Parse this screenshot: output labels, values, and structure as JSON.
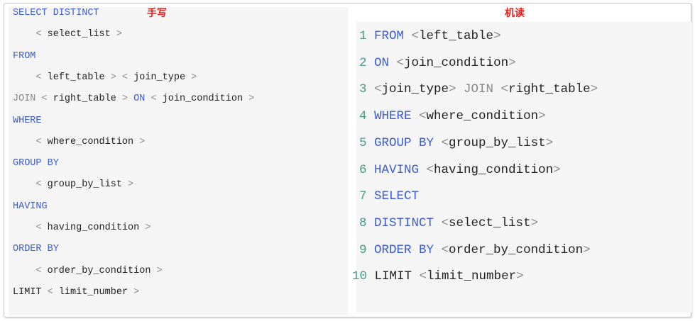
{
  "titles": {
    "left": "手写",
    "right": "机读"
  },
  "left_code": [
    {
      "indent": "",
      "parts": [
        {
          "t": "kw",
          "v": "SELECT DISTINCT"
        }
      ]
    },
    {
      "indent": "    ",
      "parts": [
        {
          "t": "pu",
          "v": "< "
        },
        {
          "t": "id",
          "v": "select_list"
        },
        {
          "t": "pu",
          "v": " >"
        }
      ]
    },
    {
      "indent": "",
      "parts": [
        {
          "t": "kw",
          "v": "FROM"
        }
      ]
    },
    {
      "indent": "    ",
      "parts": [
        {
          "t": "pu",
          "v": "< "
        },
        {
          "t": "id",
          "v": "left_table"
        },
        {
          "t": "pu",
          "v": " > < "
        },
        {
          "t": "id",
          "v": "join_type"
        },
        {
          "t": "pu",
          "v": " >"
        }
      ]
    },
    {
      "indent": "",
      "parts": [
        {
          "t": "pu",
          "v": "JOIN < "
        },
        {
          "t": "id",
          "v": "right_table"
        },
        {
          "t": "pu",
          "v": " > "
        },
        {
          "t": "kw",
          "v": "ON"
        },
        {
          "t": "pu",
          "v": " < "
        },
        {
          "t": "id",
          "v": "join_condition"
        },
        {
          "t": "pu",
          "v": " >"
        }
      ]
    },
    {
      "indent": "",
      "parts": [
        {
          "t": "kw",
          "v": "WHERE"
        }
      ]
    },
    {
      "indent": "    ",
      "parts": [
        {
          "t": "pu",
          "v": "< "
        },
        {
          "t": "id",
          "v": "where_condition"
        },
        {
          "t": "pu",
          "v": " >"
        }
      ]
    },
    {
      "indent": "",
      "parts": [
        {
          "t": "kw",
          "v": "GROUP BY"
        }
      ]
    },
    {
      "indent": "    ",
      "parts": [
        {
          "t": "pu",
          "v": "< "
        },
        {
          "t": "id",
          "v": "group_by_list"
        },
        {
          "t": "pu",
          "v": " >"
        }
      ]
    },
    {
      "indent": "",
      "parts": [
        {
          "t": "kw",
          "v": "HAVING"
        }
      ]
    },
    {
      "indent": "    ",
      "parts": [
        {
          "t": "pu",
          "v": "< "
        },
        {
          "t": "id",
          "v": "having_condition"
        },
        {
          "t": "pu",
          "v": " >"
        }
      ]
    },
    {
      "indent": "",
      "parts": [
        {
          "t": "kw",
          "v": "ORDER BY"
        }
      ]
    },
    {
      "indent": "    ",
      "parts": [
        {
          "t": "pu",
          "v": "< "
        },
        {
          "t": "id",
          "v": "order_by_condition"
        },
        {
          "t": "pu",
          "v": " >"
        }
      ]
    },
    {
      "indent": "",
      "parts": [
        {
          "t": "id",
          "v": "LIMIT"
        },
        {
          "t": "pu",
          "v": " < "
        },
        {
          "t": "id",
          "v": "limit_number"
        },
        {
          "t": "pu",
          "v": " >"
        }
      ]
    }
  ],
  "right_code": [
    {
      "num": "1",
      "parts": [
        {
          "t": "kw",
          "v": "FROM"
        },
        {
          "t": "pu",
          "v": " <"
        },
        {
          "t": "id",
          "v": "left_table"
        },
        {
          "t": "pu",
          "v": ">"
        }
      ]
    },
    {
      "num": "2",
      "parts": [
        {
          "t": "kw",
          "v": "ON"
        },
        {
          "t": "pu",
          "v": " <"
        },
        {
          "t": "id",
          "v": "join_condition"
        },
        {
          "t": "pu",
          "v": ">"
        }
      ]
    },
    {
      "num": "3",
      "parts": [
        {
          "t": "pu",
          "v": "<"
        },
        {
          "t": "id",
          "v": "join_type"
        },
        {
          "t": "pu",
          "v": "> JOIN <"
        },
        {
          "t": "id",
          "v": "right_table"
        },
        {
          "t": "pu",
          "v": ">"
        }
      ]
    },
    {
      "num": "4",
      "parts": [
        {
          "t": "kw",
          "v": "WHERE"
        },
        {
          "t": "pu",
          "v": " <"
        },
        {
          "t": "id",
          "v": "where_condition"
        },
        {
          "t": "pu",
          "v": ">"
        }
      ]
    },
    {
      "num": "5",
      "parts": [
        {
          "t": "kw",
          "v": "GROUP BY"
        },
        {
          "t": "pu",
          "v": " <"
        },
        {
          "t": "id",
          "v": "group_by_list"
        },
        {
          "t": "pu",
          "v": ">"
        }
      ]
    },
    {
      "num": "6",
      "parts": [
        {
          "t": "kw",
          "v": "HAVING"
        },
        {
          "t": "pu",
          "v": " <"
        },
        {
          "t": "id",
          "v": "having_condition"
        },
        {
          "t": "pu",
          "v": ">"
        }
      ]
    },
    {
      "num": "7",
      "parts": [
        {
          "t": "kw",
          "v": "SELECT"
        }
      ]
    },
    {
      "num": "8",
      "parts": [
        {
          "t": "kw",
          "v": "DISTINCT"
        },
        {
          "t": "pu",
          "v": " <"
        },
        {
          "t": "id",
          "v": "select_list"
        },
        {
          "t": "pu",
          "v": ">"
        }
      ]
    },
    {
      "num": "9",
      "parts": [
        {
          "t": "kw",
          "v": "ORDER BY"
        },
        {
          "t": "pu",
          "v": " <"
        },
        {
          "t": "id",
          "v": "order_by_condition"
        },
        {
          "t": "pu",
          "v": ">"
        }
      ]
    },
    {
      "num": "10",
      "parts": [
        {
          "t": "id",
          "v": "LIMIT"
        },
        {
          "t": "pu",
          "v": " <"
        },
        {
          "t": "id",
          "v": "limit_number"
        },
        {
          "t": "pu",
          "v": ">"
        }
      ]
    }
  ],
  "colors": {
    "keyword": "#3b5bd6",
    "title": "#e8211c",
    "line_number": "#4a9a8c",
    "identifier": "#222222",
    "punctuation": "#8a8a8a"
  }
}
